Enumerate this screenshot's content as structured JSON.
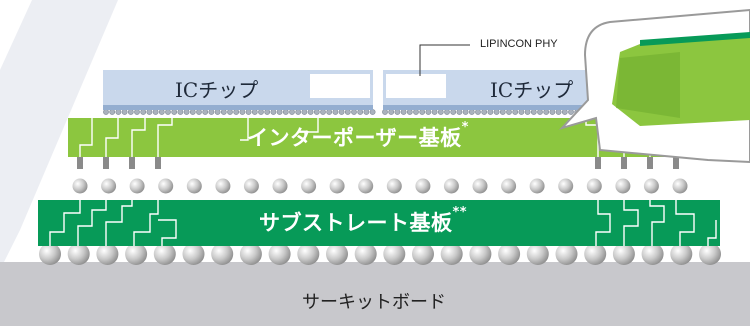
{
  "labels": {
    "chip_left": "ICチップ",
    "chip_right": "ICチップ",
    "phy": "LIPINCON PHY",
    "interposer": "インターポーザー基板",
    "interposer_mark": "*",
    "substrate": "サブストレート基板",
    "substrate_mark": "**",
    "board": "サーキットボード"
  },
  "colors": {
    "chip": "#c9d8ec",
    "chip_edge": "#94aed0",
    "chip_window": "#ffffff",
    "interposer": "#8cc63f",
    "substrate": "#079a58",
    "board": "#c8c8cc",
    "trace": "#ffffff",
    "via": "#888888",
    "ball": "#b7b7b7",
    "bubble_fill": "#ffffff",
    "bubble_stroke": "#9a9a9a",
    "background_stripe": "#eceef3"
  },
  "counts": {
    "large_balls": 24,
    "medium_balls": 22
  }
}
